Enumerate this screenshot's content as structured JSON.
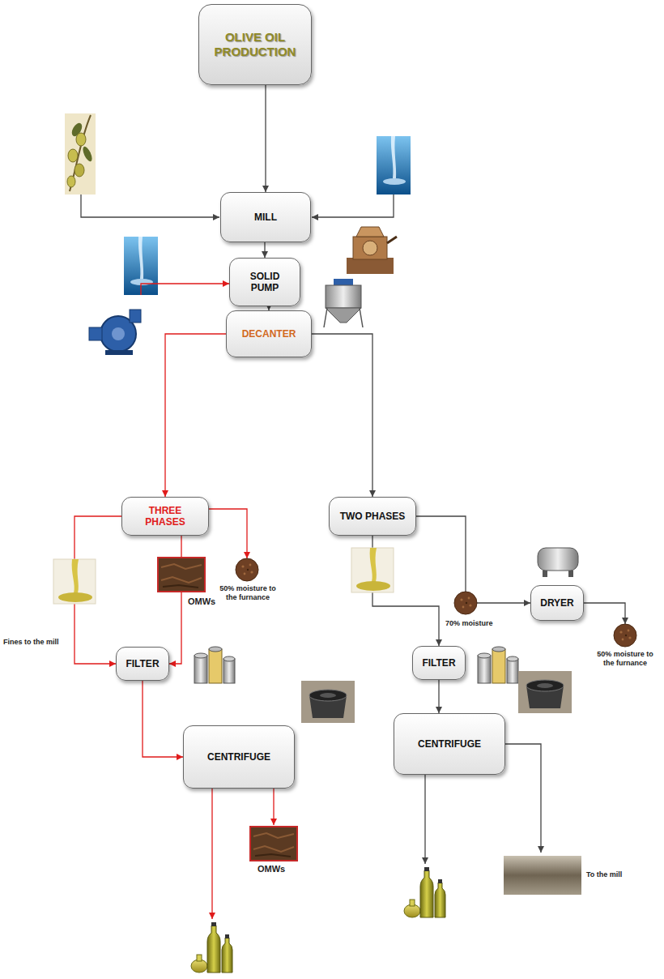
{
  "diagram": {
    "nodes": [
      {
        "text": [
          "OLIVE OIL PRODUCTION"
        ]
      },
      {
        "text": [
          "MILL"
        ]
      },
      {
        "text": [
          "SOLID PUMP"
        ]
      },
      {
        "text": [
          "DECANTER"
        ]
      },
      {
        "text": [
          "THREE PHASES"
        ]
      },
      {
        "text": [
          "TWO PHASES"
        ]
      },
      {
        "text": [
          "DRYER"
        ]
      },
      {
        "text": [
          "FILTER"
        ]
      },
      {
        "text": [
          "FILTER"
        ]
      },
      {
        "text": [
          "CENTRIFUGE"
        ]
      },
      {
        "text": [
          "CENTRIFUGE"
        ]
      }
    ],
    "edges": [
      {
        "from": 0,
        "to": 1,
        "arrow": "to"
      },
      {
        "from": 1,
        "to": 2,
        "arrow": "to"
      },
      {
        "from": 2,
        "to": 3,
        "arrow": "to"
      },
      {
        "from": 3,
        "to": 4,
        "arrow": "to"
      },
      {
        "from": 3,
        "to": 5,
        "arrow": "to"
      },
      {
        "from": 4,
        "to": 7,
        "arrow": "to"
      },
      {
        "from": 4,
        "to": 7,
        "arrow": "to"
      },
      {
        "from": 7,
        "to": 9,
        "arrow": "to"
      },
      {
        "from": 5,
        "to": 8,
        "arrow": "to"
      },
      {
        "from": 5,
        "to": 6,
        "arrow": "to"
      },
      {
        "from": 8,
        "to": 10,
        "arrow": "to"
      }
    ],
    "labels": [
      "50% moisture to the furnance",
      "OMWs",
      "Fines to the mill",
      "OMWs",
      "70% moisture",
      "50% moisture to the furnance",
      "To the mill"
    ]
  }
}
